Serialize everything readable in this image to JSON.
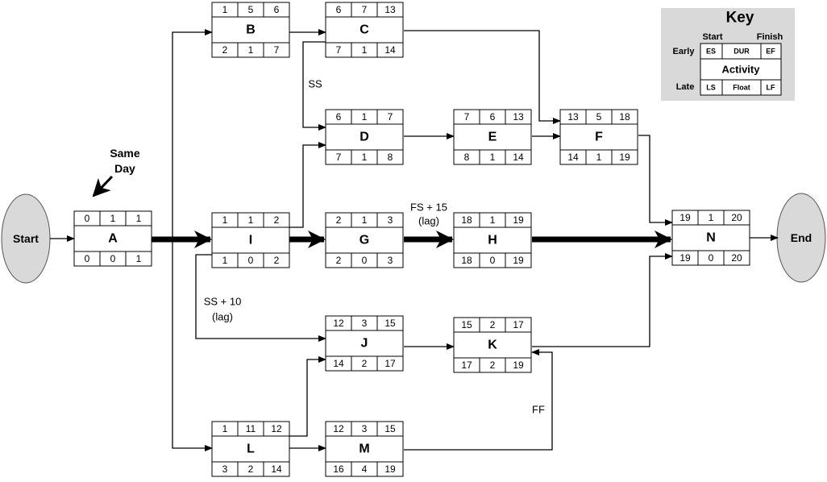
{
  "terminals": {
    "start": "Start",
    "end": "End"
  },
  "activities": {
    "A": {
      "name": "A",
      "es": "0",
      "dur": "1",
      "ef": "1",
      "ls": "0",
      "float": "0",
      "lf": "1"
    },
    "B": {
      "name": "B",
      "es": "1",
      "dur": "5",
      "ef": "6",
      "ls": "2",
      "float": "1",
      "lf": "7"
    },
    "C": {
      "name": "C",
      "es": "6",
      "dur": "7",
      "ef": "13",
      "ls": "7",
      "float": "1",
      "lf": "14"
    },
    "D": {
      "name": "D",
      "es": "6",
      "dur": "1",
      "ef": "7",
      "ls": "7",
      "float": "1",
      "lf": "8"
    },
    "E": {
      "name": "E",
      "es": "7",
      "dur": "6",
      "ef": "13",
      "ls": "8",
      "float": "1",
      "lf": "14"
    },
    "F": {
      "name": "F",
      "es": "13",
      "dur": "5",
      "ef": "18",
      "ls": "14",
      "float": "1",
      "lf": "19"
    },
    "I": {
      "name": "I",
      "es": "1",
      "dur": "1",
      "ef": "2",
      "ls": "1",
      "float": "0",
      "lf": "2"
    },
    "G": {
      "name": "G",
      "es": "2",
      "dur": "1",
      "ef": "3",
      "ls": "2",
      "float": "0",
      "lf": "3"
    },
    "H": {
      "name": "H",
      "es": "18",
      "dur": "1",
      "ef": "19",
      "ls": "18",
      "float": "0",
      "lf": "19"
    },
    "N": {
      "name": "N",
      "es": "19",
      "dur": "1",
      "ef": "20",
      "ls": "19",
      "float": "0",
      "lf": "20"
    },
    "J": {
      "name": "J",
      "es": "12",
      "dur": "3",
      "ef": "15",
      "ls": "14",
      "float": "2",
      "lf": "17"
    },
    "K": {
      "name": "K",
      "es": "15",
      "dur": "2",
      "ef": "17",
      "ls": "17",
      "float": "2",
      "lf": "19"
    },
    "L": {
      "name": "L",
      "es": "1",
      "dur": "11",
      "ef": "12",
      "ls": "3",
      "float": "2",
      "lf": "14"
    },
    "M": {
      "name": "M",
      "es": "12",
      "dur": "3",
      "ef": "15",
      "ls": "16",
      "float": "4",
      "lf": "19"
    }
  },
  "labels": {
    "same_day_1": "Same",
    "same_day_2": "Day",
    "ss": "SS",
    "fs_lag_1": "FS + 15",
    "fs_lag_2": "(lag)",
    "ss_lag_1": "SS + 10",
    "ss_lag_2": "(lag)",
    "ff": "FF"
  },
  "key": {
    "title": "Key",
    "start": "Start",
    "finish": "Finish",
    "early": "Early",
    "late": "Late",
    "es": "ES",
    "dur": "DUR",
    "ef": "EF",
    "activity": "Activity",
    "ls": "LS",
    "float": "Float",
    "lf": "LF"
  },
  "colors": {
    "terminal_fill": "#d9d9d9",
    "key_fill": "#d9d9d9",
    "line": "#000000"
  }
}
